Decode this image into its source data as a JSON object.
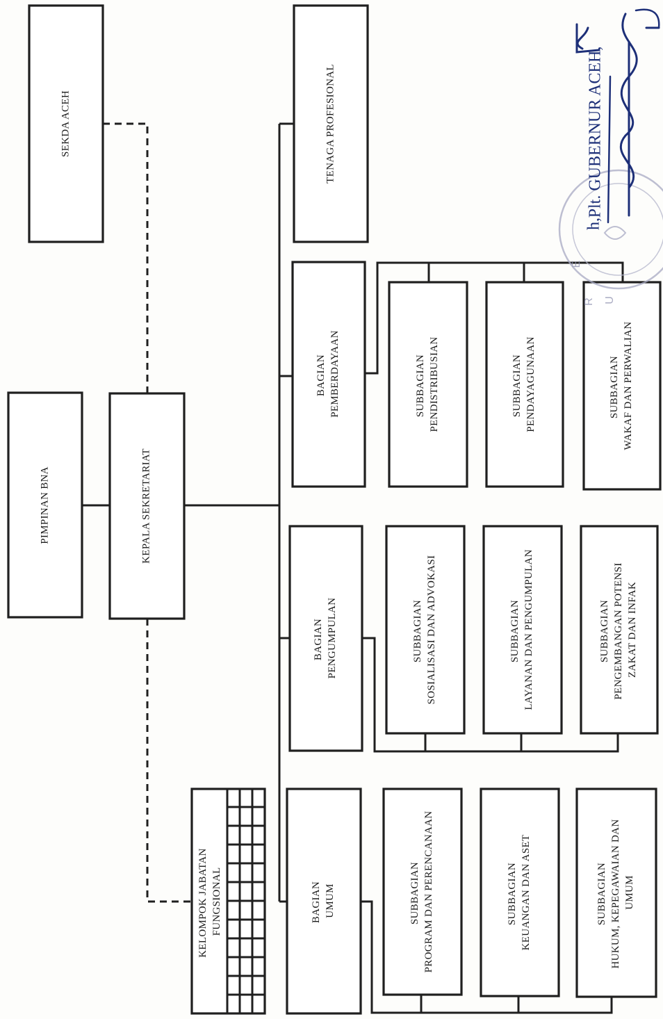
{
  "units": {
    "sekda": "SEKDA ACEH",
    "pimpinan": "PIMPINAN BNA",
    "kepala": "KEPALA SEKRETARIAT",
    "tenaga": "TENAGA PROFESIONAL",
    "kelompok": [
      "KELOMPOK JABATAN",
      "FUNGSIONAL"
    ],
    "bagian_umum": [
      "BAGIAN",
      "UMUM"
    ],
    "bagian_pengumpulan": [
      "BAGIAN",
      "PENGUMPULAN"
    ],
    "bagian_pemberdayaan": [
      "BAGIAN",
      "PEMBERDAYAAN"
    ],
    "sub_program": [
      "SUBBAGIAN",
      "PROGRAM DAN PERENCANAAN"
    ],
    "sub_keuangan": [
      "SUBBAGIAN",
      "KEUANGAN DAN ASET"
    ],
    "sub_hukum": [
      "SUBBAGIAN",
      "HUKUM, KEPEGAWAIAN DAN",
      "UMUM"
    ],
    "sub_sosialisasi": [
      "SUBBAGIAN",
      "SOSIALISASI DAN ADVOKASI"
    ],
    "sub_layanan": [
      "SUBBAGIAN",
      "LAYANAN DAN PENGUMPULAN"
    ],
    "sub_pengembangan": [
      "SUBBAGIAN",
      "PENGEMBANGAN POTENSI",
      "ZAKAT DAN INFAK"
    ],
    "sub_pendistribusian": [
      "SUBBAGIAN",
      "PENDISTRIBUSIAN"
    ],
    "sub_pendayagunaan": [
      "SUBBAGIAN",
      "PENDAYAGUNAAN"
    ],
    "sub_wakaf": [
      "SUBBAGIAN",
      "WAKAF DAN PERWALIAN"
    ]
  },
  "signature": {
    "title": "Plt. GUBERNUR ACEH,",
    "prefix": "h,",
    "ink_color": "#1d2f78"
  },
  "seal": {
    "letters": [
      "U",
      "E",
      "R"
    ],
    "color": "#8d8fae"
  },
  "colors": {
    "line": "#1f1f1f",
    "paper": "#fdfdfb"
  }
}
